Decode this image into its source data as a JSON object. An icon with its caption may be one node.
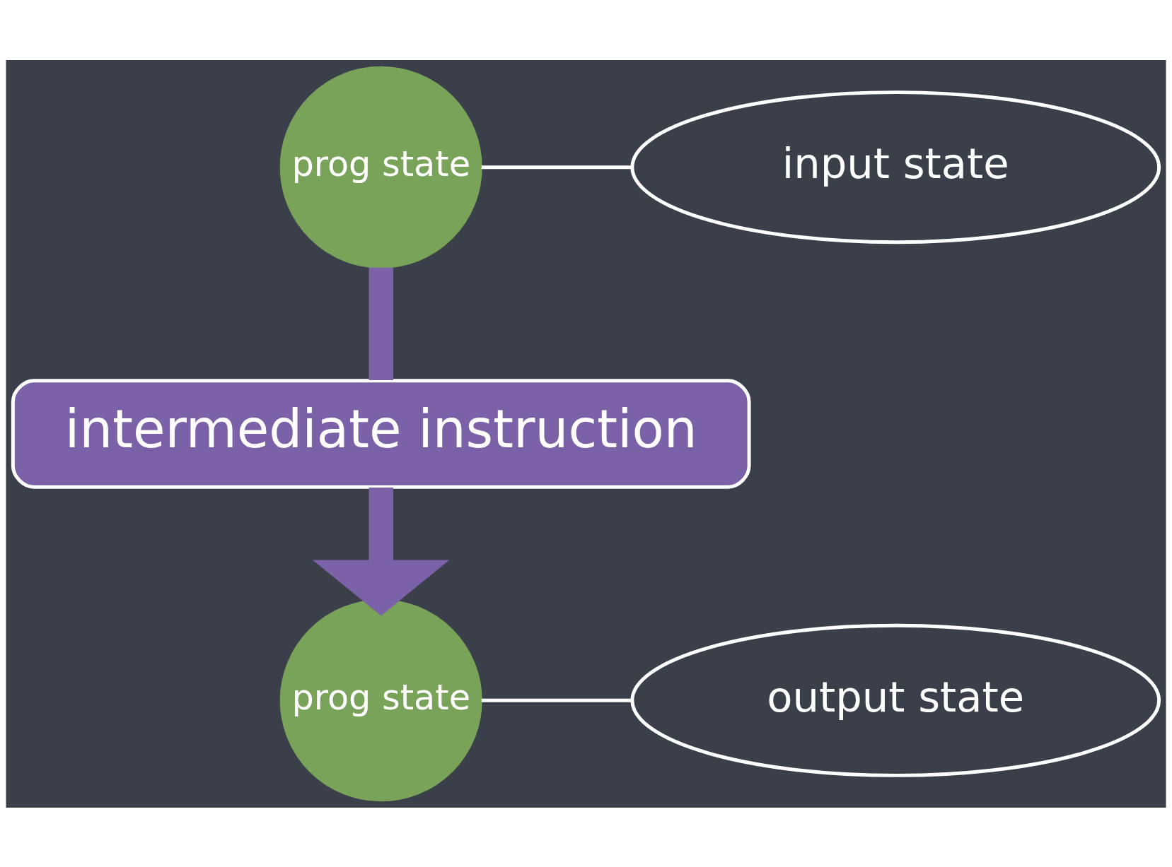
{
  "diagram": {
    "nodes": [
      {
        "text": [
          "prog state"
        ]
      },
      {
        "text": [
          "input state"
        ]
      },
      {
        "text": [
          "intermediate instruction"
        ]
      },
      {
        "text": [
          "prog state"
        ]
      },
      {
        "text": [
          "output state"
        ]
      }
    ],
    "edges": [
      {
        "from": 1,
        "to": 0,
        "arrow": "none"
      },
      {
        "from": 0,
        "to": 2,
        "arrow": "none",
        "style": "thick",
        "color": "#7b62a8"
      },
      {
        "from": 2,
        "to": 3,
        "arrow": "to",
        "style": "thick",
        "color": "#7b62a8"
      },
      {
        "from": 4,
        "to": 3,
        "arrow": "none"
      }
    ]
  }
}
